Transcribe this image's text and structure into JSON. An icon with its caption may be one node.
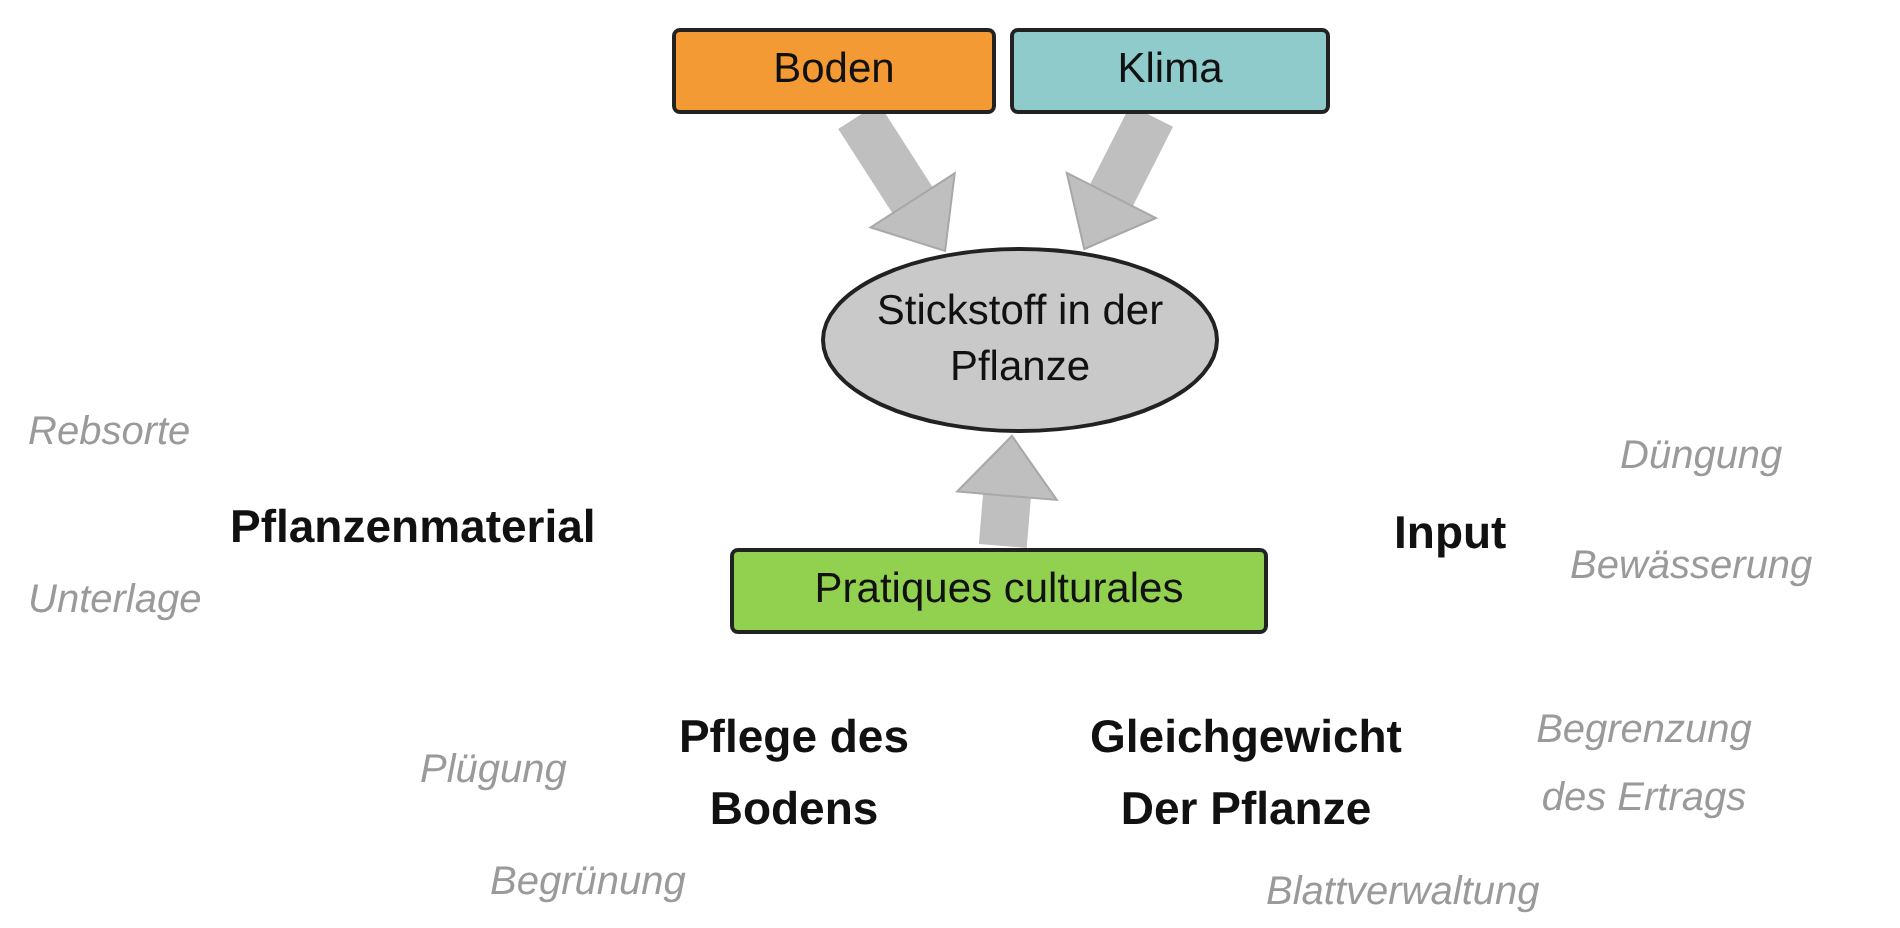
{
  "diagram": {
    "nodes": [
      {
        "text": [
          "Boden"
        ]
      },
      {
        "text": [
          "Klima"
        ]
      },
      {
        "text": [
          "Stickstoff in der Pflanze"
        ]
      },
      {
        "text": [
          "Pratiques culturales"
        ]
      }
    ],
    "edges": [
      {
        "from": 0,
        "to": 2,
        "arrow": "to"
      },
      {
        "from": 1,
        "to": 2,
        "arrow": "to"
      },
      {
        "from": 3,
        "to": 2,
        "arrow": "to"
      }
    ],
    "labels": [
      "Rebsorte",
      "Düngung",
      "Pflanzenmaterial",
      "Input",
      "Bewässerung",
      "Unterlage",
      "Pflege des Bodens",
      "Gleichgewicht Der Pflanze",
      "Begrenzung des Ertrags",
      "Plügung",
      "Begrünung",
      "Blattverwaltung"
    ]
  }
}
